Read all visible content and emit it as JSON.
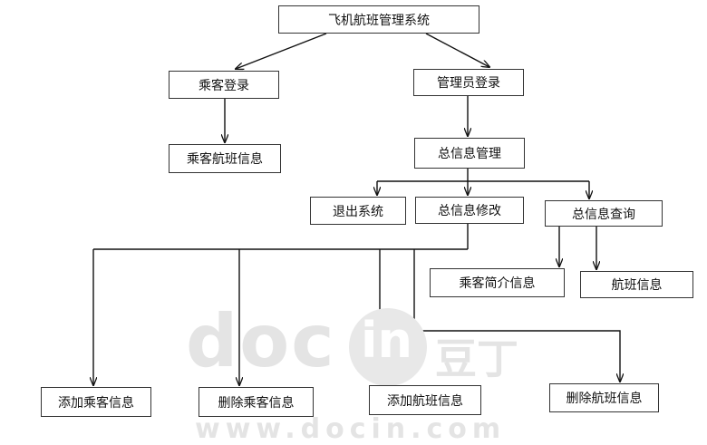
{
  "diagram": {
    "colors": {
      "line": "#111111",
      "border": "#333333",
      "watermark": "#e4e4e4"
    },
    "nodes": {
      "root": "飞机航班管理系统",
      "passenger_login": "乘客登录",
      "admin_login": "管理员登录",
      "passenger_flight_info": "乘客航班信息",
      "info_management": "总信息管理",
      "exit_system": "退出系统",
      "info_modify": "总信息修改",
      "info_query": "总信息查询",
      "passenger_intro": "乘客简介信息",
      "flight_info": "航班信息",
      "add_passenger": "添加乘客信息",
      "delete_passenger": "删除乘客信息",
      "add_flight": "添加航班信息",
      "delete_flight": "删除航班信息"
    },
    "watermark": {
      "brand": "doc",
      "circle": "in",
      "cn": "豆丁",
      "url": "www.docin.com"
    }
  }
}
